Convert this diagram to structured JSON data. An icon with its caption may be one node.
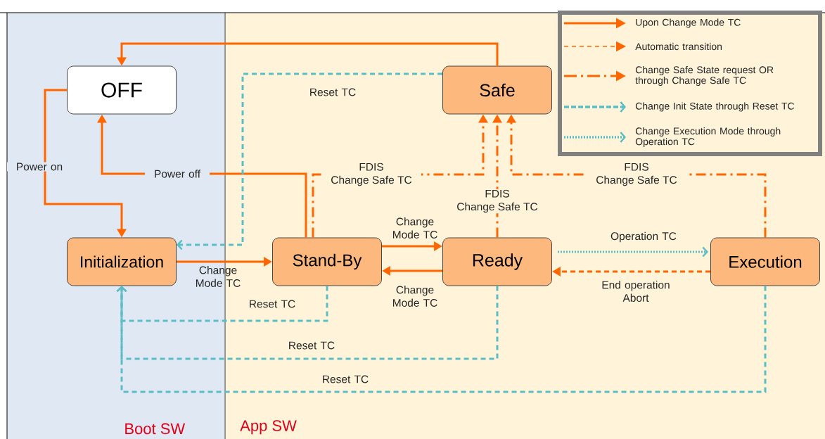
{
  "diagram": {
    "nodes": [
      {
        "text": [
          "Boot SW"
        ]
      },
      {
        "text": [
          "App SW"
        ]
      },
      {
        "text": [
          "OFF"
        ],
        "in": 0
      },
      {
        "text": [
          "Safe"
        ],
        "in": 1
      },
      {
        "text": [
          "Initialization"
        ],
        "in": 0
      },
      {
        "text": [
          "Stand-By"
        ],
        "in": 1
      },
      {
        "text": [
          "Ready"
        ],
        "in": 1
      },
      {
        "text": [
          "Execution"
        ],
        "in": 1
      }
    ],
    "edges": [
      {
        "from": 3,
        "to": 2,
        "arrow": "to"
      },
      {
        "from": 2,
        "to": 4,
        "arrow": "to",
        "label": "Power on"
      },
      {
        "from": 5,
        "to": 2,
        "arrow": "to",
        "label": "Power off"
      },
      {
        "from": 3,
        "to": 4,
        "arrow": "to",
        "label": "Reset TC",
        "style": "dashed",
        "color": "#5bbdc5"
      },
      {
        "from": 4,
        "to": 5,
        "arrow": "to",
        "label": "Change Mode TC"
      },
      {
        "from": 5,
        "to": 6,
        "arrow": "to",
        "label": "Change Mode TC"
      },
      {
        "from": 6,
        "to": 5,
        "arrow": "to",
        "label": "Change Mode TC"
      },
      {
        "from": 5,
        "to": 3,
        "arrow": "to",
        "label": "FDIS Change Safe TC",
        "style": "dashed"
      },
      {
        "from": 6,
        "to": 3,
        "arrow": "to",
        "label": "FDIS Change Safe TC",
        "style": "dashed"
      },
      {
        "from": 7,
        "to": 3,
        "arrow": "to",
        "label": "FDIS Change Safe TC",
        "style": "dashed"
      },
      {
        "from": 6,
        "to": 7,
        "arrow": "to",
        "label": "Operation TC",
        "style": "dashed",
        "color": "#5bbdc5"
      },
      {
        "from": 7,
        "to": 6,
        "arrow": "to",
        "label": "End operation Abort",
        "style": "dashed"
      },
      {
        "from": 5,
        "to": 4,
        "arrow": "to",
        "label": "Reset TC",
        "style": "dashed",
        "color": "#5bbdc5"
      },
      {
        "from": 6,
        "to": 4,
        "arrow": "to",
        "label": "Reset TC",
        "style": "dashed",
        "color": "#5bbdc5"
      },
      {
        "from": 7,
        "to": 4,
        "arrow": "to",
        "label": "Reset TC",
        "style": "dashed",
        "color": "#5bbdc5"
      }
    ],
    "legend": [
      {
        "text": "Upon Change Mode TC"
      },
      {
        "text": "Automatic transition"
      },
      {
        "text": "Change Safe State request OR through Change Safe TC"
      },
      {
        "text": "Change Init State through Reset TC"
      },
      {
        "text": "Change Execution Mode through Operation TC"
      }
    ]
  }
}
